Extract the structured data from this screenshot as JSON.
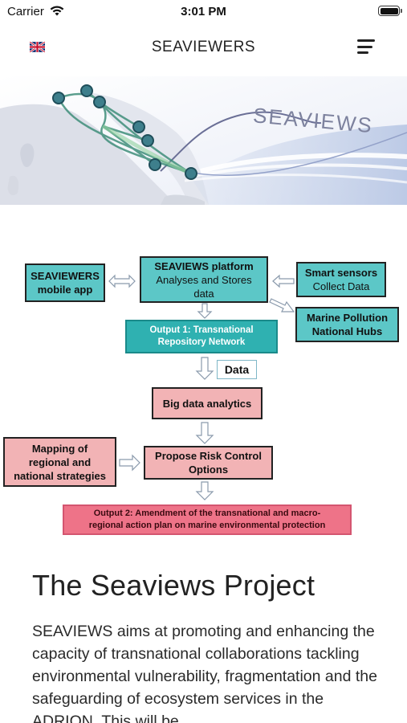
{
  "status_bar": {
    "carrier": "Carrier",
    "time": "3:01 PM"
  },
  "header": {
    "title": "SEAVIEWERS",
    "language_icon": "uk-flag-icon",
    "menu_icon": "hamburger-menu-icon"
  },
  "banner": {
    "logo_text": "SEAVIEWS"
  },
  "diagram": {
    "mobile_app": {
      "line1": "SEAVIEWERS",
      "line2": "mobile app"
    },
    "platform": {
      "line1": "SEAVIEWS platform",
      "line2": "Analyses and Stores",
      "line3": "data"
    },
    "sensors": {
      "line1": "Smart sensors",
      "line2": "Collect Data"
    },
    "hubs": {
      "line1": "Marine Pollution",
      "line2": "National Hubs"
    },
    "output1": {
      "line1": "Output 1: Transnational",
      "line2": "Repository Network"
    },
    "data_label": "Data",
    "analytics": "Big data analytics",
    "mapping": {
      "line1": "Mapping of",
      "line2": "regional and",
      "line3": "national strategies"
    },
    "risk": {
      "line1": "Propose Risk Control",
      "line2": "Options"
    },
    "output2": {
      "line1": "Output 2: Amendment of the transnational and macro-",
      "line2": "regional action plan on marine environmental protection"
    }
  },
  "article": {
    "title": "The Seaviews Project",
    "body": "SEAVIEWS aims at promoting and enhancing the capacity of transnational collaborations tackling environmental vulnerability, fragmentation and the safeguarding of ecosystem services in the ADRION. This will be"
  },
  "colors": {
    "teal_box": "#5cc7c7",
    "output1": "#2fb1b1",
    "pink_box": "#f2b3b5",
    "output2": "#ee7388",
    "banner_line": "#3f8e7a"
  }
}
